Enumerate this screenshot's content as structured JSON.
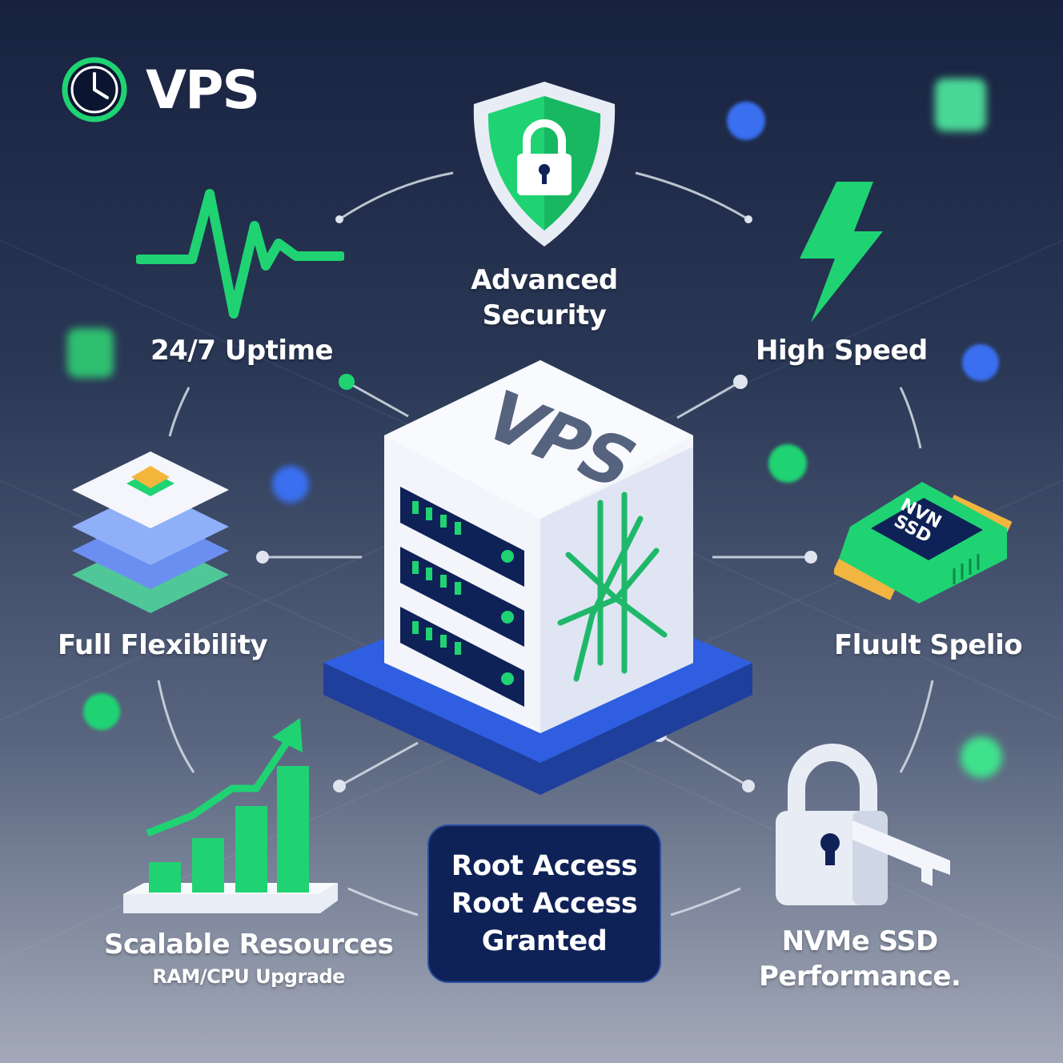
{
  "brand": {
    "title": "VPS",
    "icon": "clock-icon"
  },
  "server": {
    "label": "VPS"
  },
  "features": {
    "security": {
      "line1": "Advanced",
      "line2": "Security",
      "icon": "shield-lock-icon"
    },
    "uptime": {
      "label": "24/7 Uptime",
      "icon": "heartbeat-icon"
    },
    "speed": {
      "label": "High Speed",
      "icon": "lightning-icon"
    },
    "flexibility": {
      "label": "Full Flexibility",
      "icon": "layers-icon"
    },
    "chip": {
      "label": "Fluult Spelio",
      "chip_line1": "NVN",
      "chip_line2": "SSD",
      "icon": "ssd-chip-icon"
    },
    "scalable": {
      "label": "Scalable Resources",
      "sub": "RAM/CPU Upgrade",
      "icon": "growth-chart-icon"
    },
    "root": {
      "line1": "Root Access",
      "line2": "Root Access",
      "line3": "Granted"
    },
    "nvme": {
      "line1": "NVMe SSD",
      "line2": "Performance.",
      "icon": "padlock-key-icon"
    }
  },
  "colors": {
    "green": "#1fd373",
    "blue": "#2f5fe0",
    "navy": "#0f2257"
  }
}
